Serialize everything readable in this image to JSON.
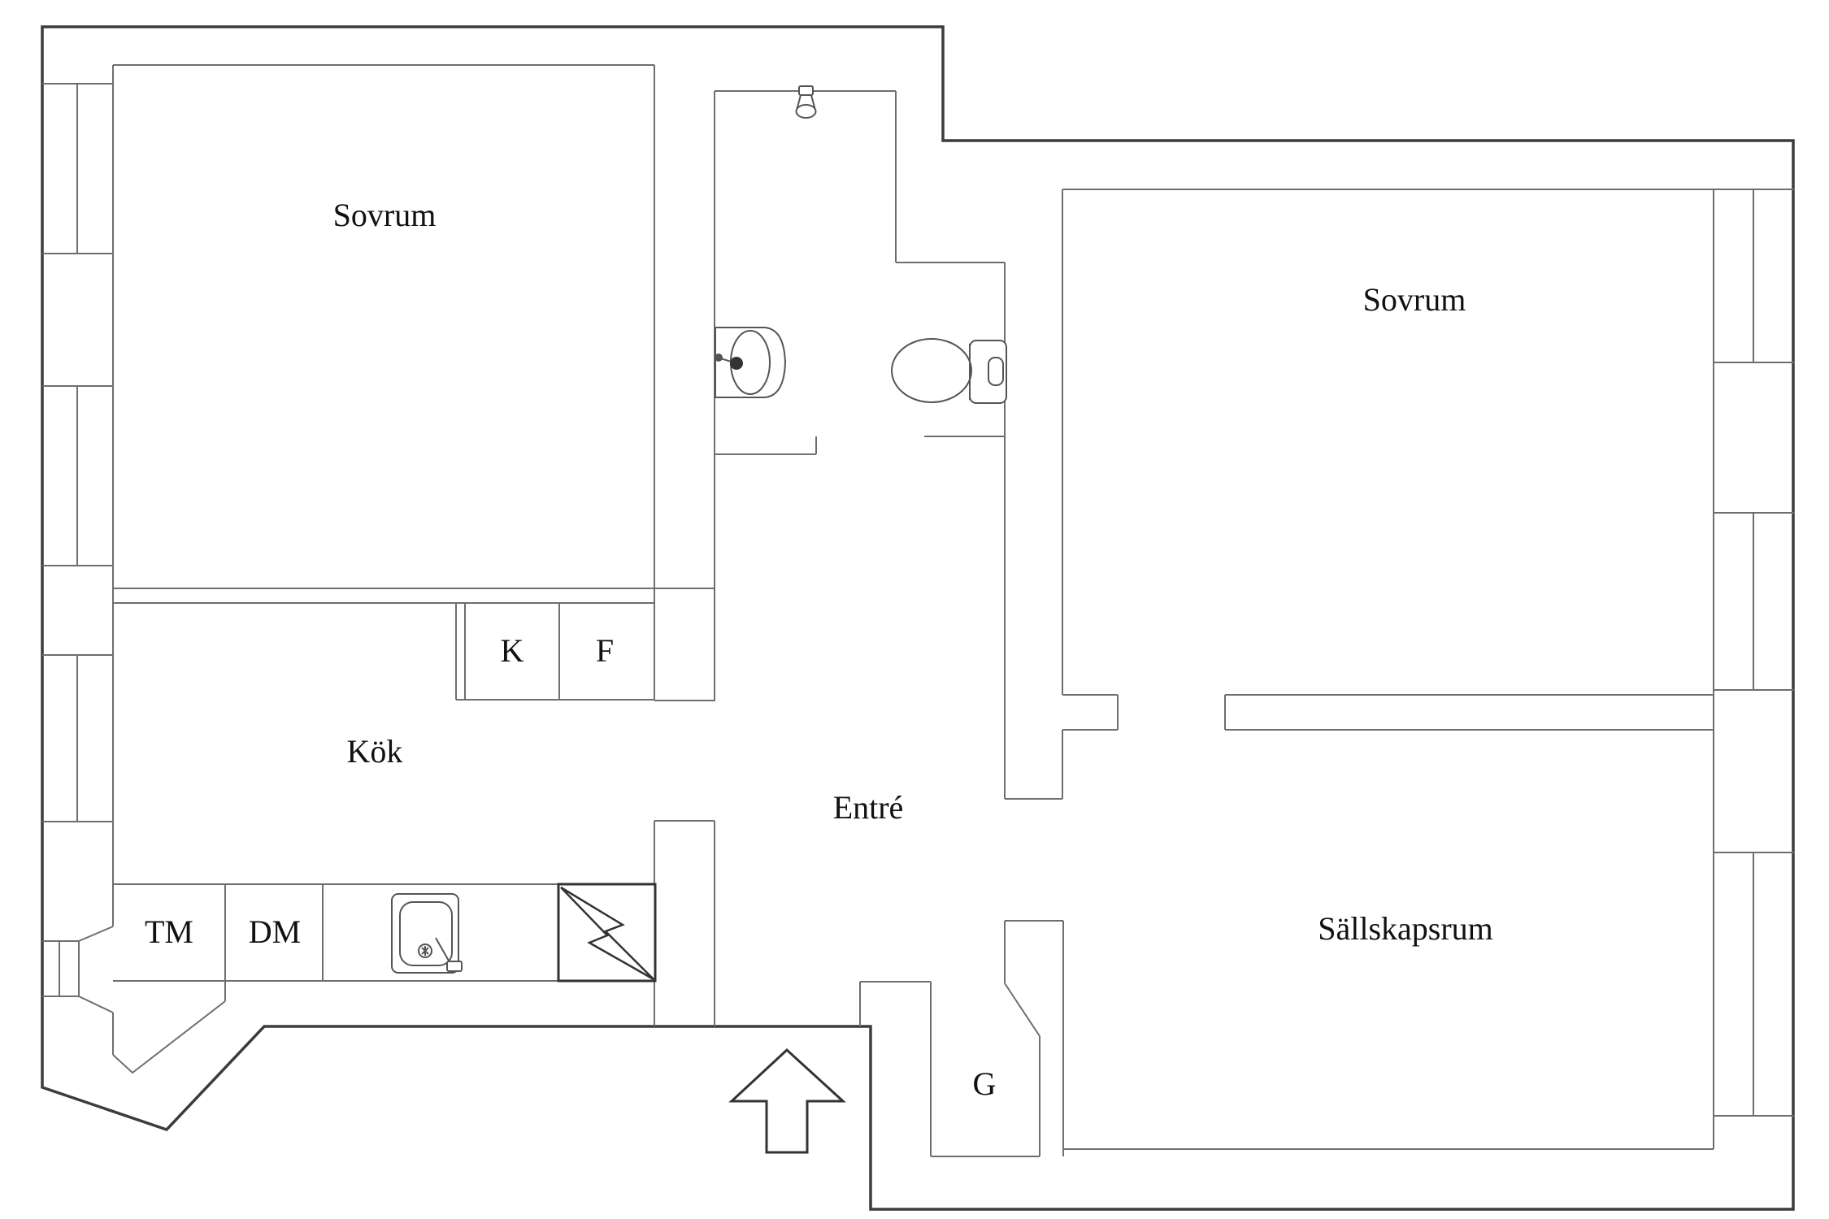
{
  "page": {
    "background": "#ffffff"
  },
  "colors": {
    "wall_outer": "#3c3c3c",
    "wall_inner": "#6e6e6e",
    "fixture": "#555555",
    "text": "#111111"
  },
  "labels": {
    "bedroom_left": "Sovrum",
    "bedroom_right": "Sovrum",
    "kitchen": "Kök",
    "entry": "Entré",
    "living_room": "Sällskapsrum",
    "closet": "G",
    "fridge": "K",
    "freezer": "F",
    "washing_machine": "TM",
    "dishwasher": "DM"
  },
  "icons": {
    "entrance_arrow": "arrow-up-entrance",
    "stove": "lightning-bolt",
    "shower": "shower-head",
    "bathroom_sink": "wash-basin",
    "toilet": "toilet",
    "kitchen_sink": "kitchen-sink"
  }
}
